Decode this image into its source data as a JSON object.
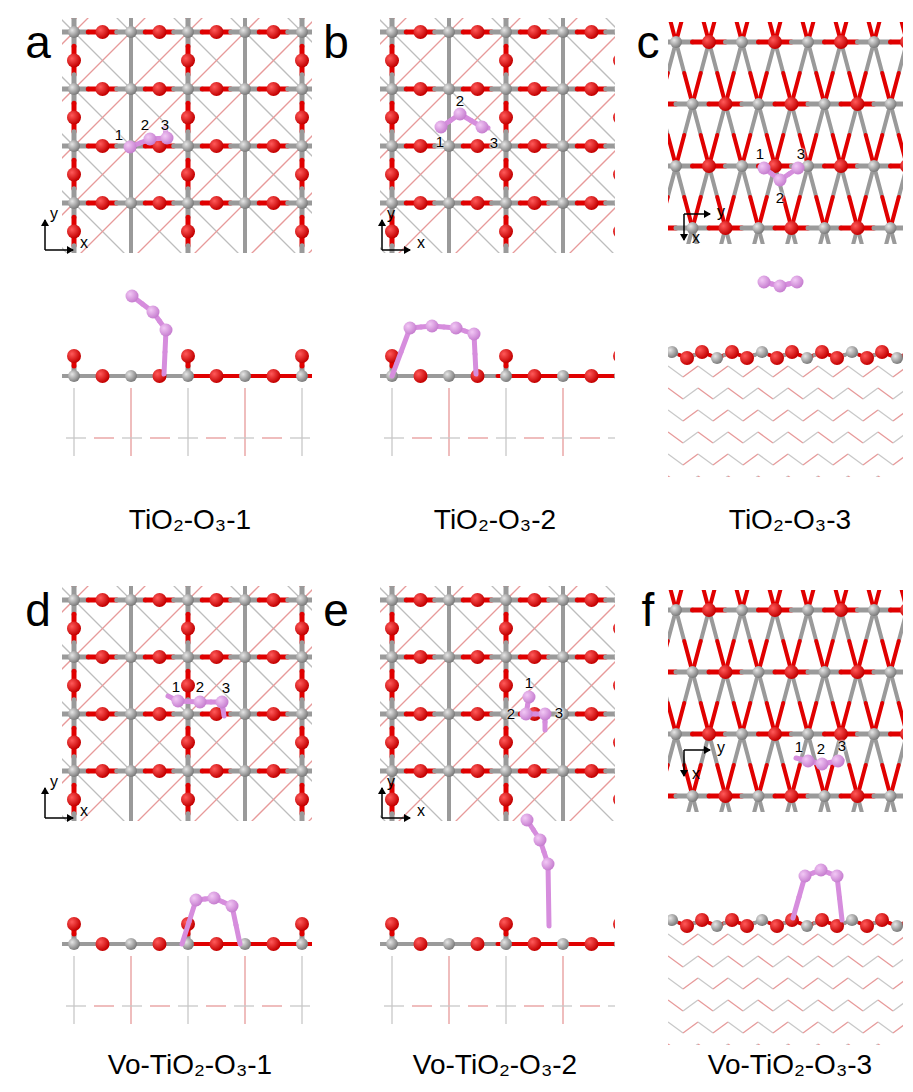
{
  "diagram": {
    "labels": [
      "a",
      "1",
      "2",
      "3",
      "y",
      "x",
      "TiO₂-O₃-1",
      "b",
      "1",
      "2",
      "3",
      "y",
      "x",
      "TiO₂-O₃-2",
      "c",
      "1",
      "3",
      "2",
      "y",
      "x",
      "TiO₂-O₃-3",
      "d",
      "1",
      "2",
      "3",
      "y",
      "x",
      "Vo-TiO₂-O₃-1",
      "e",
      "1",
      "2",
      "3",
      "y",
      "x",
      "Vo-TiO₂-O₃-2",
      "f",
      "1",
      "2",
      "3",
      "y",
      "x",
      "Vo-TiO₂-O₃-3"
    ]
  }
}
